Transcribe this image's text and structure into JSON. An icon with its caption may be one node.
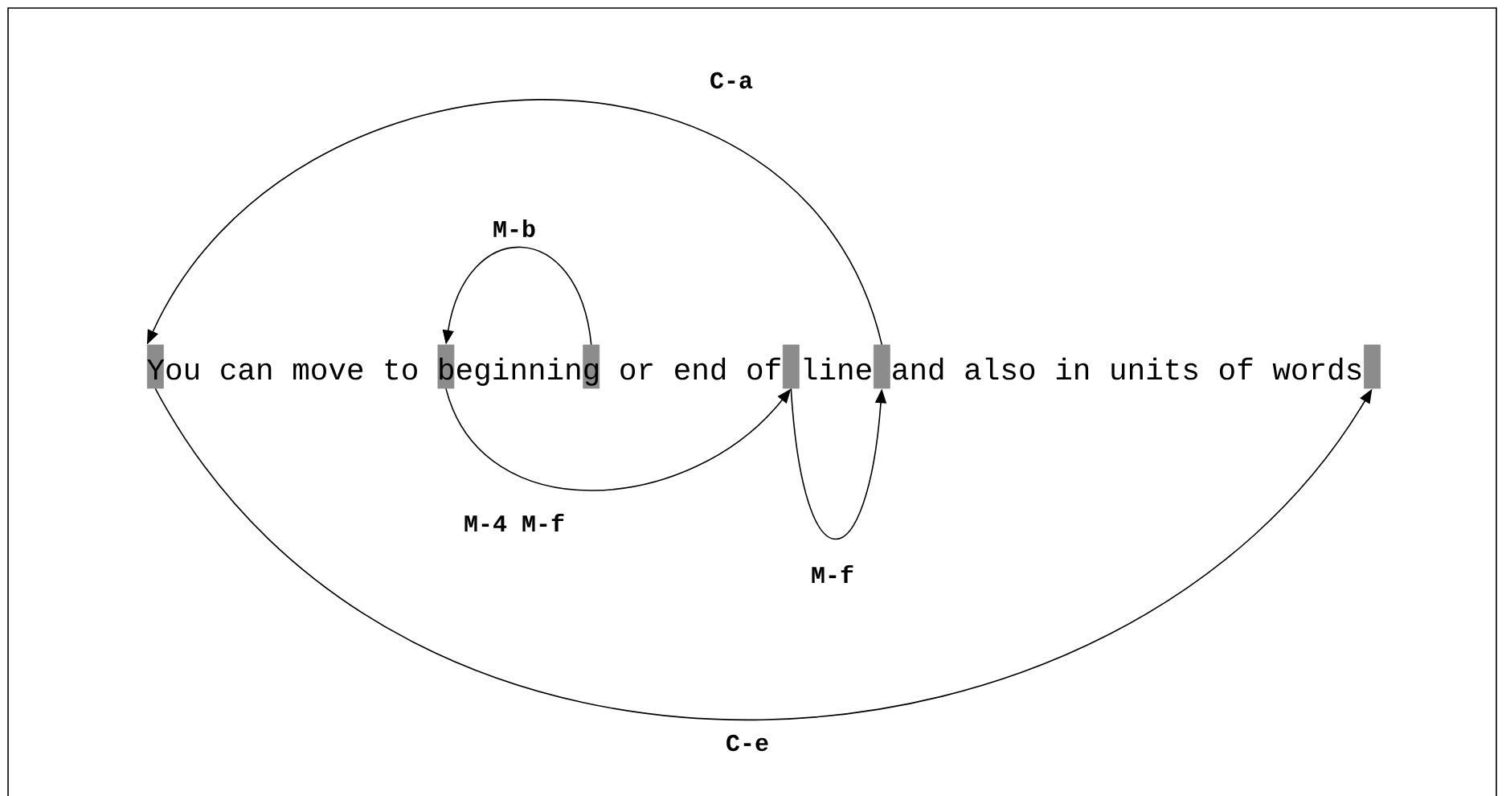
{
  "diagram": {
    "nodes": [
      {
        "text": [],
        "shape": "box"
      },
      {
        "text": [],
        "shape": "box"
      },
      {
        "text": [],
        "shape": "box"
      },
      {
        "text": [],
        "shape": "box"
      },
      {
        "text": [],
        "shape": "box"
      },
      {
        "text": [],
        "shape": "box"
      }
    ],
    "edges": [
      {
        "from": 4,
        "to": 0,
        "arrow": "to",
        "label": "C-a"
      },
      {
        "from": 2,
        "to": 1,
        "arrow": "to",
        "label": "M-b"
      },
      {
        "from": 1,
        "to": 3,
        "arrow": "to",
        "label": "M-4 M-f"
      },
      {
        "from": 3,
        "to": 4,
        "arrow": "to",
        "label": "M-f"
      },
      {
        "from": 0,
        "to": 5,
        "arrow": "to",
        "label": "C-e"
      }
    ],
    "labels": [
      "You can move to beginning or end of line and also in units of words"
    ]
  }
}
